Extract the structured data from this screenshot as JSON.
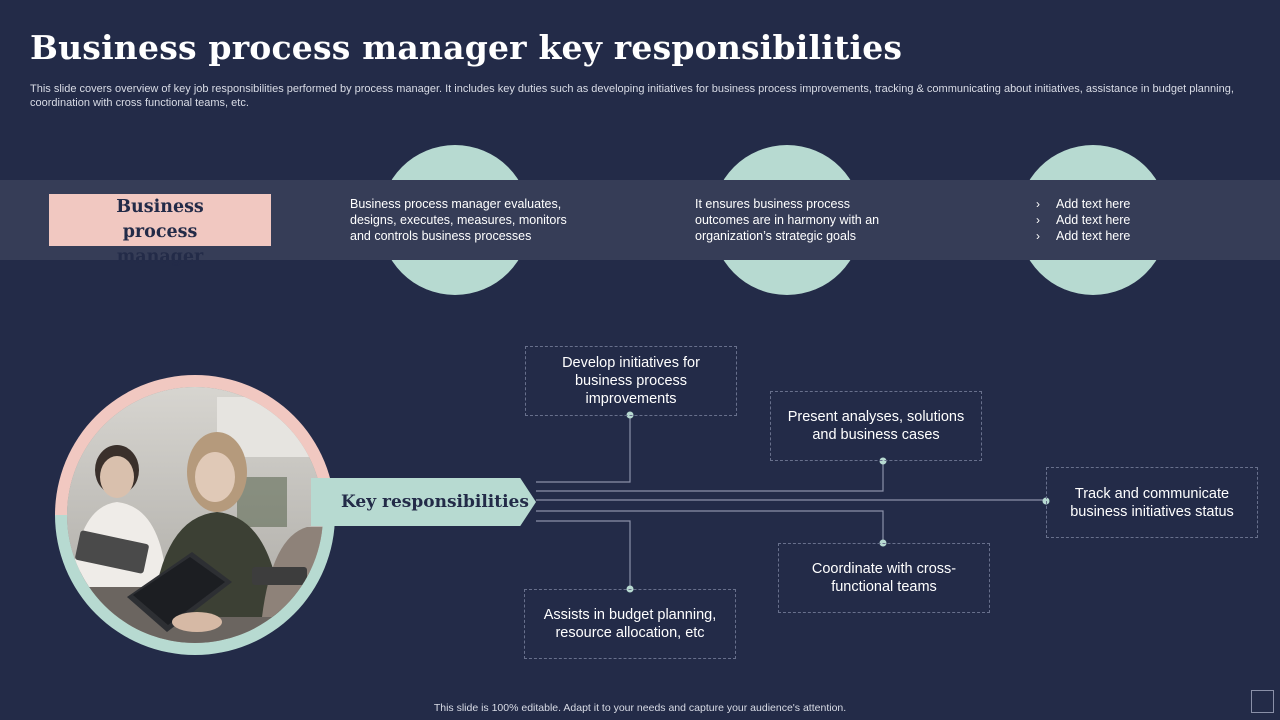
{
  "title": "Business process manager key responsibilities",
  "subtitle": "This slide covers overview of key job responsibilities performed by process manager. It includes key duties such as developing initiatives for business process improvements, tracking & communicating about initiatives, assistance in budget planning, coordination with cross functional teams, etc.",
  "band": {
    "role": "Business process manager",
    "column1": "Business process manager evaluates, designs, executes, measures, monitors and controls business processes",
    "column2": "It ensures business process outcomes are in harmony with an organization’s strategic goals",
    "bullets": [
      "Add text here",
      "Add text here",
      "Add text here"
    ]
  },
  "key_label": "Key responsibilities",
  "responsibilities": {
    "develop": "Develop initiatives for business process improvements",
    "present": "Present analyses, solutions and business cases",
    "track": "Track and communicate business initiatives status",
    "coordinate": "Coordinate with cross-functional teams",
    "assists": "Assists in budget planning, resource allocation, etc"
  },
  "footer": "This slide is 100% editable. Adapt it to your needs and capture your audience's attention.",
  "colors": {
    "background": "#232b48",
    "band": "#363d57",
    "mint": "#b7dad1",
    "pink": "#f1c8c1"
  }
}
